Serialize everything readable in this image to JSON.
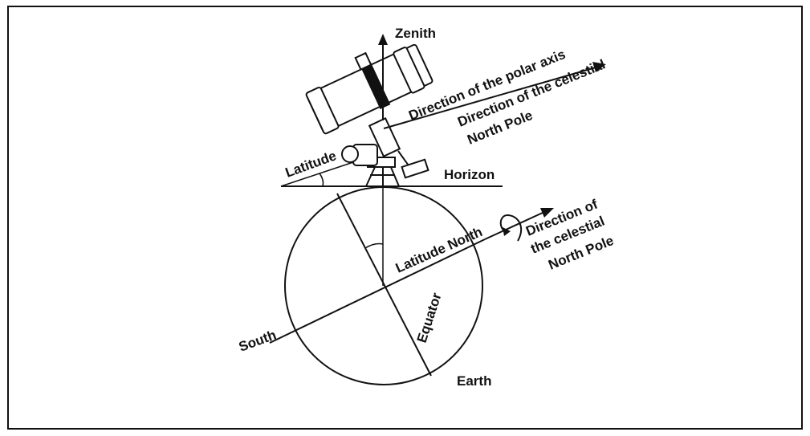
{
  "labels": {
    "zenith": "Zenith",
    "polar_axis": "Direction of the polar axis",
    "celestial_pole_top_line1": "Direction of the celestial",
    "celestial_pole_top_line2": "North Pole",
    "latitude_angle": "Latitude",
    "horizon": "Horizon",
    "latitude_north": "Latitude North",
    "celestial_pole_right_line1": "Direction of",
    "celestial_pole_right_line2": "the celestial",
    "celestial_pole_right_line3": "North Pole",
    "south": "South",
    "equator": "Equator",
    "earth": "Earth"
  },
  "colors": {
    "ink": "#111111",
    "background": "#ffffff"
  }
}
